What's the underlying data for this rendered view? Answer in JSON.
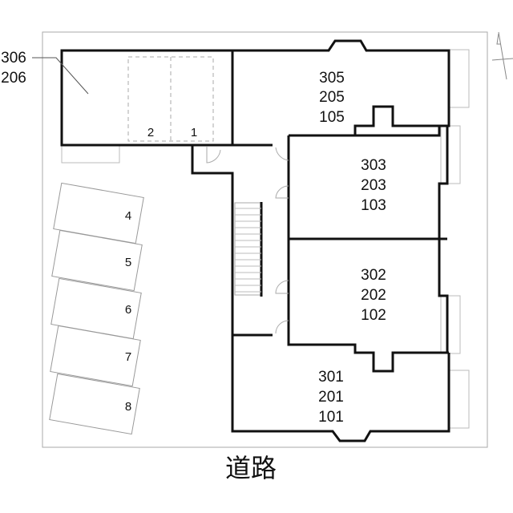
{
  "units": {
    "left_top": [
      "306",
      "206"
    ],
    "top_right": [
      "305",
      "205",
      "105"
    ],
    "mid_upper": [
      "303",
      "203",
      "103"
    ],
    "mid_lower": [
      "302",
      "202",
      "102"
    ],
    "bottom": [
      "301",
      "201",
      "101"
    ]
  },
  "parking": {
    "covered": [
      "2",
      "1"
    ],
    "open": [
      "4",
      "5",
      "6",
      "7",
      "8"
    ]
  },
  "road_label": "道路",
  "compass": "north-arrow"
}
